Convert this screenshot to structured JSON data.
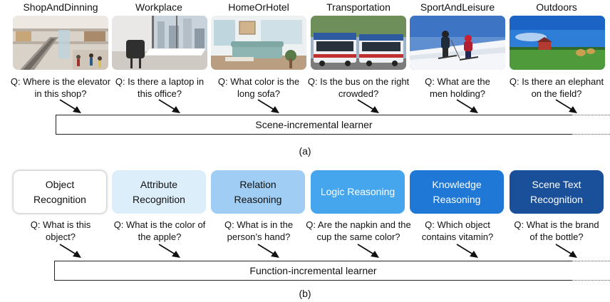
{
  "scenes": [
    {
      "title": "ShopAndDinning",
      "question": "Q: Where is the elevator\nin this shop?"
    },
    {
      "title": "Workplace",
      "question": "Q: Is there a laptop in\nthis office?"
    },
    {
      "title": "HomeOrHotel",
      "question": "Q: What color is the\nlong sofa?"
    },
    {
      "title": "Transportation",
      "question": "Q: Is the bus on the right\ncrowded?"
    },
    {
      "title": "SportAndLeisure",
      "question": "Q: What are the\nmen holding?"
    },
    {
      "title": "Outdoors",
      "question": "Q: Is there an elephant\non the field?"
    }
  ],
  "scene_learner": "Scene-incremental learner",
  "caption_a": "(a)",
  "functions": [
    {
      "label": "Object\nRecognition",
      "question": "Q: What is this\nobject?",
      "bg": "#ffffff",
      "fg": "#111111",
      "border": "#d0d0d0"
    },
    {
      "label": "Attribute\nRecognition",
      "question": "Q: What is the color of\nthe apple?",
      "bg": "#ddeefb",
      "fg": "#111111",
      "border": "#ddeefb"
    },
    {
      "label": "Relation\nReasoning",
      "question": "Q: What is in the\nperson’s hand?",
      "bg": "#9fcdf3",
      "fg": "#111111",
      "border": "#9fcdf3"
    },
    {
      "label": "Logic Reasoning",
      "question": "Q: Are the napkin and the\ncup the same color?",
      "bg": "#45a6ee",
      "fg": "#ffffff",
      "border": "#45a6ee"
    },
    {
      "label": "Knowledge\nReasoning",
      "question": "Q: Which object\ncontains vitamin?",
      "bg": "#1f78d5",
      "fg": "#ffffff",
      "border": "#1f78d5"
    },
    {
      "label": "Scene Text\nRecognition",
      "question": "Q: What is the brand\nof the bottle?",
      "bg": "#1a4f99",
      "fg": "#ffffff",
      "border": "#1a4f99"
    }
  ],
  "function_learner": "Function-incremental learner",
  "caption_b": "(b)"
}
